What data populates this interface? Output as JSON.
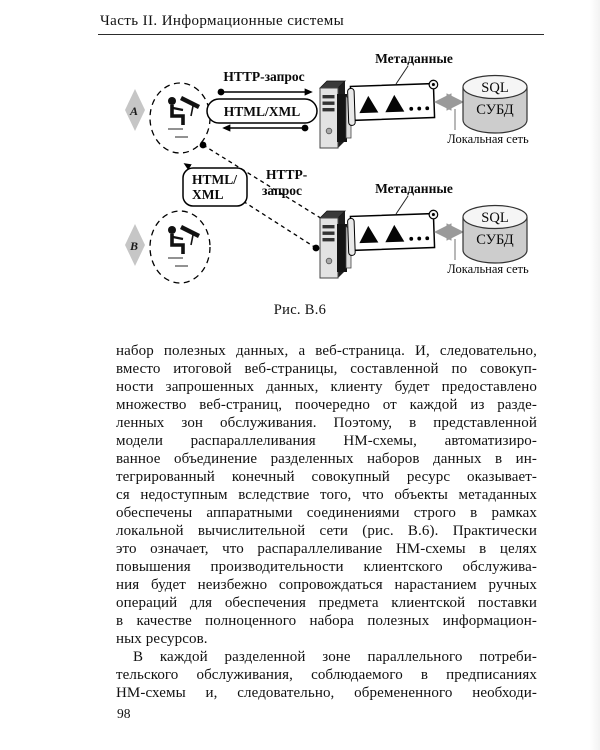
{
  "page": {
    "running_head": "Часть II. Информационные системы",
    "figure_caption": "Рис. В.6",
    "page_number": "98"
  },
  "diagram": {
    "client_a": "A",
    "client_b": "B",
    "http_request": "HTTP-запрос",
    "html_xml": "HTML/XML",
    "html_xml_wrap_line1": "HTML/",
    "html_xml_wrap_line2": "XML",
    "http_request_wrap_line1": "HTTP-",
    "http_request_wrap_line2": "запрос",
    "metadata": "Метаданные",
    "sql": "SQL",
    "dbms": "СУБД",
    "local_network": "Локальная сеть",
    "icons": {
      "client": "person-at-terminal-icon",
      "server": "server-tower-icon",
      "metadata_scroll": "scroll-banner-icon with ▲ ▲ . . .",
      "database": "database-cylinder-icon",
      "lan_link": "double-headed-arrow-icon"
    }
  },
  "body": {
    "lines": [
      "набор полезных данных, а веб-страница. И, следовательно,",
      "вместо итоговой веб-страницы, составленной по совокуп-",
      "ности запрошенных данных, клиенту будет предоставлено",
      "множество веб-страниц, поочередно от каждой из разде-",
      "ленных зон обслуживания. Поэтому, в представленной",
      "модели распараллеливания НМ-схемы, автоматизиро-",
      "ванное объединение разделенных наборов данных в ин-",
      "тегрированный конечный совокупный ресурс оказывает-",
      "ся недоступным вследствие того, что объекты метаданных",
      "обеспечены аппаратными соединениями строго в рамках",
      "локальной вычислительной сети (рис. В.6). Практически",
      "это означает, что распараллеливание НМ-схемы в целях",
      "повышения производительности клиентского обслужива-",
      "ния будет неизбежно сопровождаться нарастанием ручных",
      "операций для обеспечения предмета клиентской поставки",
      "в качестве полноценного набора полезных информацион-",
      "ных ресурсов.",
      "В каждой разделенной зоне параллельного потреби-",
      "тельского обслуживания, соблюдаемого в предписаниях",
      "НМ-схемы и, следовательно, обремененного необходи-"
    ]
  }
}
